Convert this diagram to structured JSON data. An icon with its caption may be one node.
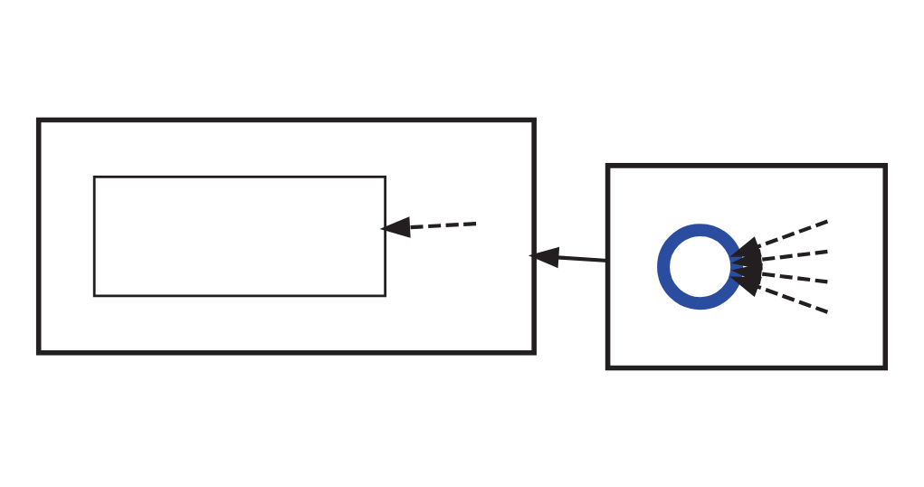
{
  "diagram": {
    "nodes": [
      {
        "text": [],
        "shape": "box"
      },
      {
        "text": [],
        "shape": "box",
        "in": 0
      },
      {
        "text": [],
        "shape": "box"
      },
      {
        "text": [],
        "shape": "circle",
        "in": 2
      }
    ],
    "edges": [
      {
        "from": 2,
        "to": 0,
        "arrow": "to"
      },
      {
        "from": null,
        "to": 1,
        "arrow": "to",
        "style": "dashed"
      },
      {
        "from": null,
        "to": 3,
        "arrow": "to",
        "style": "dashed"
      },
      {
        "from": null,
        "to": 3,
        "arrow": "to",
        "style": "dashed"
      },
      {
        "from": null,
        "to": 3,
        "arrow": "to",
        "style": "dashed"
      },
      {
        "from": null,
        "to": 3,
        "arrow": "to",
        "style": "dashed"
      }
    ]
  }
}
